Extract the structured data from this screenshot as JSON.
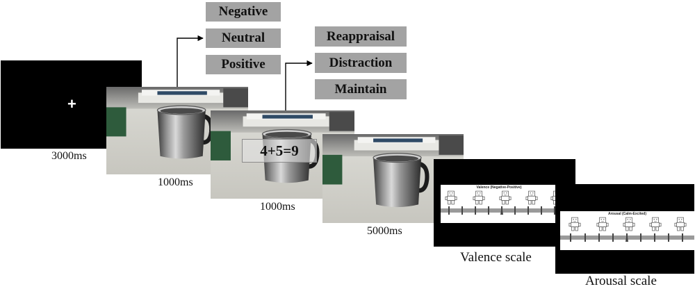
{
  "fixation": {
    "symbol": "+",
    "duration": "3000ms"
  },
  "picture_frame": {
    "duration": "1000ms"
  },
  "emotion_options": [
    "Negative",
    "Neutral",
    "Positive"
  ],
  "instruction_frame": {
    "math": "4+5=9",
    "duration": "1000ms"
  },
  "strategy_options": [
    "Reappraisal",
    "Distraction",
    "Maintain"
  ],
  "regulation_frame": {
    "duration": "5000ms"
  },
  "valence_scale": {
    "title": "Valence (Negative-Positive)",
    "caption": "Valence scale"
  },
  "arousal_scale": {
    "title": "Arousal (Calm-Excited)",
    "caption": "Arousal scale"
  },
  "colors": {
    "box_gray": "#a3a3a3",
    "screen_black": "#000000",
    "arrow": "#000000"
  }
}
